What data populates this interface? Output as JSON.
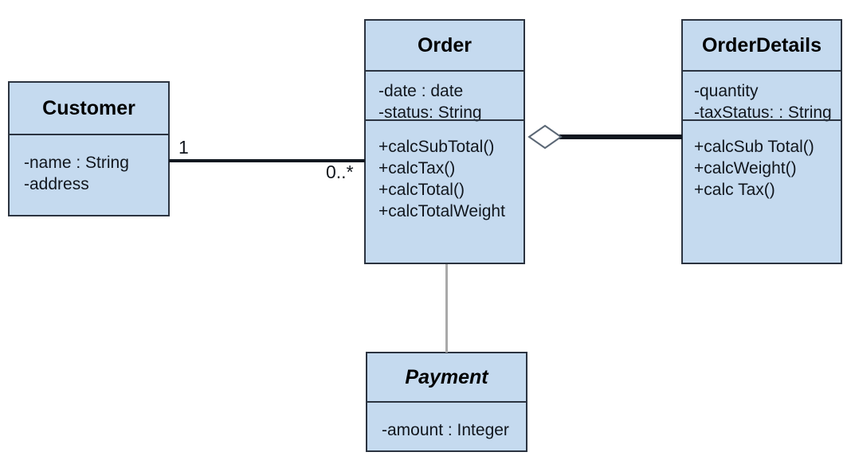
{
  "diagram": {
    "kind": "uml-class-diagram",
    "colors": {
      "class_fill": "#c5daef",
      "class_border": "#2b3340",
      "edge": "#111820",
      "soft_edge": "#a9a9a9",
      "background": "#ffffff"
    }
  },
  "classes": {
    "customer": {
      "name": "Customer",
      "abstract": false,
      "attributes": [
        "-name : String",
        "-address"
      ],
      "operations": []
    },
    "order": {
      "name": "Order",
      "abstract": false,
      "attributes": [
        "-date : date",
        "-status: String"
      ],
      "operations": [
        "+calcSubTotal()",
        "+calcTax()",
        "+calcTotal()",
        "+calcTotalWeight"
      ]
    },
    "orderdetails": {
      "name": "OrderDetails",
      "abstract": false,
      "attributes": [
        "-quantity",
        "-taxStatus: : String"
      ],
      "operations": [
        "+calcSub Total()",
        "+calcWeight()",
        "+calc Tax()"
      ]
    },
    "payment": {
      "name": "Payment",
      "abstract": true,
      "attributes": [
        "-amount : Integer"
      ],
      "operations": []
    }
  },
  "relationships": {
    "customer_order": {
      "type": "association",
      "source": "Customer",
      "target": "Order",
      "source_multiplicity": "1",
      "target_multiplicity": "0..*"
    },
    "order_orderdetails": {
      "type": "aggregation",
      "source": "Order",
      "target": "OrderDetails",
      "diamond": "hollow",
      "diamond_end": "Order"
    },
    "order_payment": {
      "type": "association",
      "source": "Order",
      "target": "Payment"
    }
  }
}
